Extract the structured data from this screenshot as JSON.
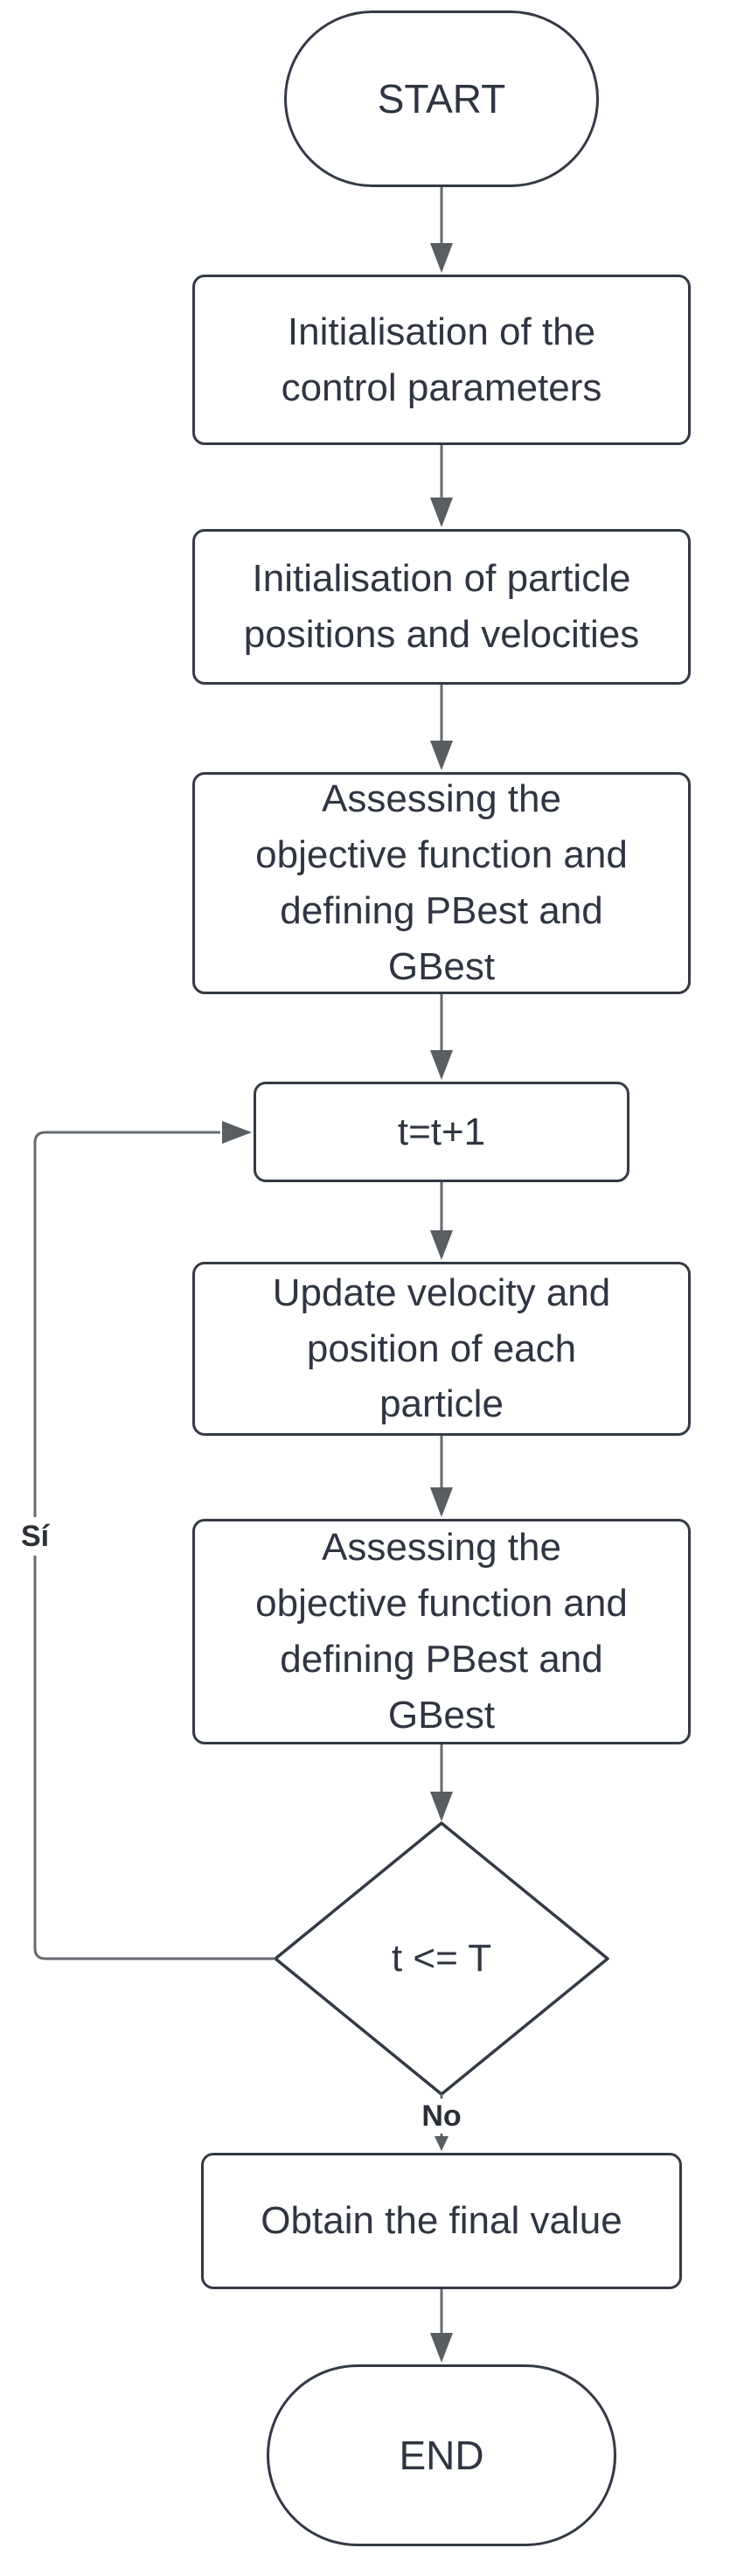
{
  "flowchart": {
    "nodes": [
      {
        "id": "start",
        "type": "terminator",
        "label": "START"
      },
      {
        "id": "init-control-parameters",
        "type": "process",
        "label": "Initialisation of the control parameters"
      },
      {
        "id": "init-particles",
        "type": "process",
        "label": "Initialisation of particle positions and velocities"
      },
      {
        "id": "assess-objective-1",
        "type": "process",
        "label": "Assessing the objective function and defining PBest and GBest"
      },
      {
        "id": "increment-iteration",
        "type": "process",
        "label": "t=t+1"
      },
      {
        "id": "update-particles",
        "type": "process",
        "label": "Update velocity and position of each particle"
      },
      {
        "id": "assess-objective-2",
        "type": "process",
        "label": "Assessing the objective function and defining PBest and GBest"
      },
      {
        "id": "decision-iteration",
        "type": "decision",
        "label": "t <= T"
      },
      {
        "id": "obtain-final-value",
        "type": "process",
        "label": "Obtain the final value"
      },
      {
        "id": "end",
        "type": "terminator",
        "label": "END"
      }
    ],
    "edges": [
      {
        "from": "start",
        "to": "init-control-parameters",
        "label": ""
      },
      {
        "from": "init-control-parameters",
        "to": "init-particles",
        "label": ""
      },
      {
        "from": "init-particles",
        "to": "assess-objective-1",
        "label": ""
      },
      {
        "from": "assess-objective-1",
        "to": "increment-iteration",
        "label": ""
      },
      {
        "from": "increment-iteration",
        "to": "update-particles",
        "label": ""
      },
      {
        "from": "update-particles",
        "to": "assess-objective-2",
        "label": ""
      },
      {
        "from": "assess-objective-2",
        "to": "decision-iteration",
        "label": ""
      },
      {
        "from": "decision-iteration",
        "to": "obtain-final-value",
        "label": "No"
      },
      {
        "from": "obtain-final-value",
        "to": "end",
        "label": ""
      },
      {
        "from": "decision-iteration",
        "to": "increment-iteration",
        "label": "Sí"
      }
    ],
    "colors": {
      "node_border": "#333a45",
      "text": "#2f3542",
      "connector": "#666b70",
      "arrowhead": "#595e63",
      "edge_label": "#2b3036",
      "background": "#ffffff"
    }
  }
}
